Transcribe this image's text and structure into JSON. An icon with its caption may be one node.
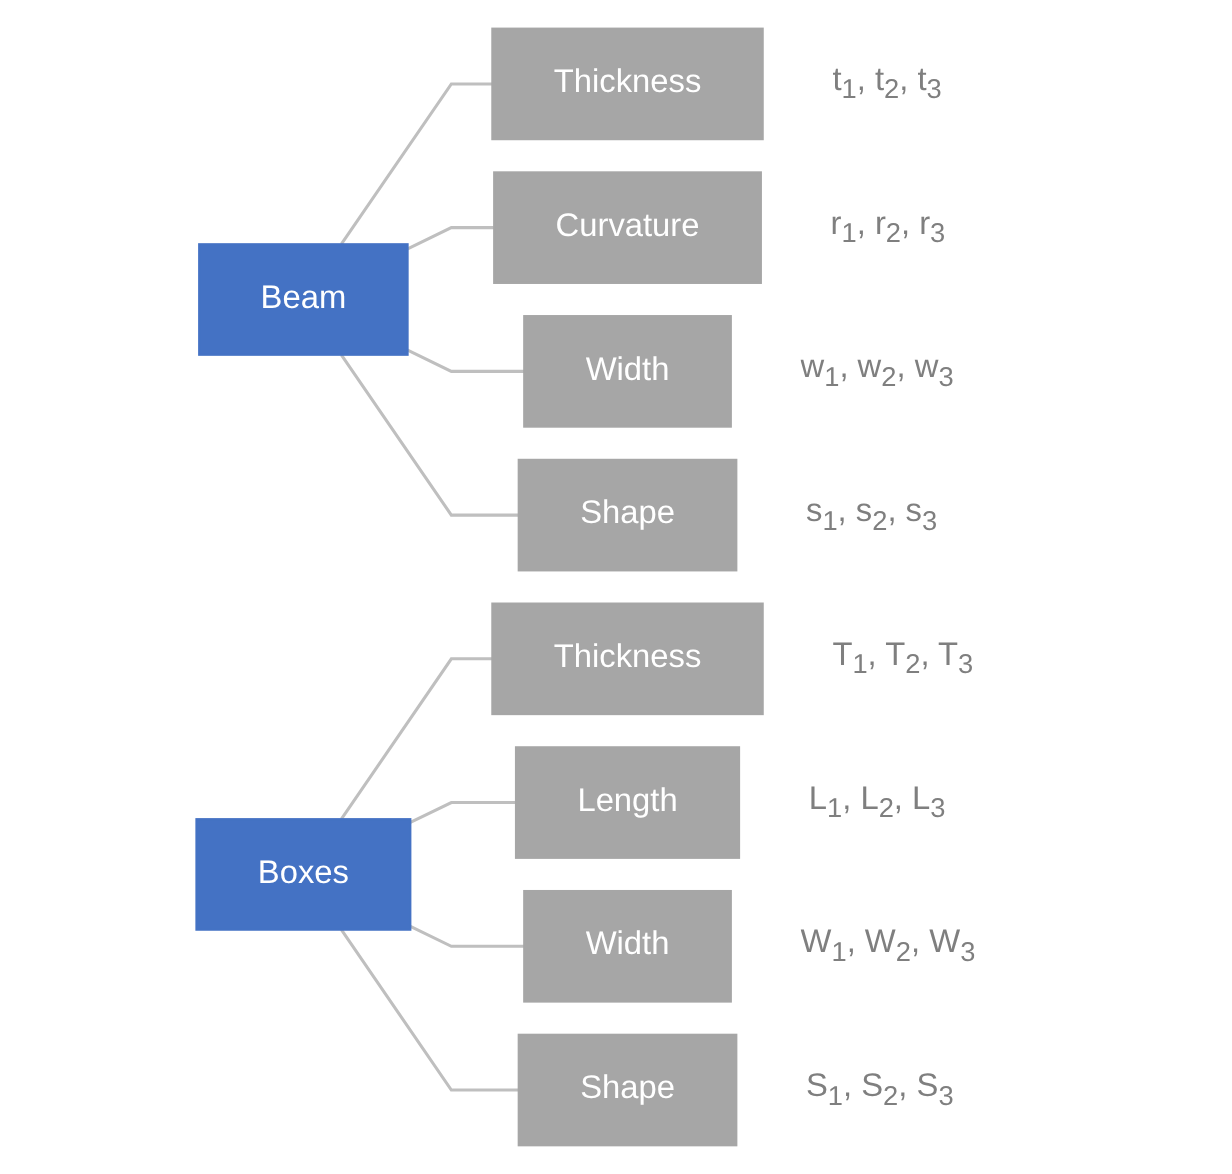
{
  "diagram": {
    "nodes": [
      {
        "text": [
          "Beam"
        ]
      },
      {
        "text": [
          "Thickness"
        ],
        "beside": [
          "t$_{1}$, t$_{2}$, t$_{3}$"
        ]
      },
      {
        "text": [
          "Curvature"
        ],
        "beside": [
          "r$_{1}$, r$_{2}$, r$_{3}$"
        ]
      },
      {
        "text": [
          "Width"
        ],
        "beside": [
          "w$_{1}$, w$_{2}$, w$_{3}$"
        ]
      },
      {
        "text": [
          "Shape"
        ],
        "beside": [
          "s$_{1}$, s$_{2}$, s$_{3}$"
        ]
      },
      {
        "text": [
          "Boxes"
        ]
      },
      {
        "text": [
          "Thickness"
        ],
        "beside": [
          "T$_{1}$, T$_{2}$, T$_{3}$"
        ]
      },
      {
        "text": [
          "Length"
        ],
        "beside": [
          "L$_{1}$, L$_{2}$, L$_{3}$"
        ]
      },
      {
        "text": [
          "Width"
        ],
        "beside": [
          "W$_{1}$, W$_{2}$, W$_{3}$"
        ]
      },
      {
        "text": [
          "Shape"
        ],
        "beside": [
          "S$_{1}$, S$_{2}$, S$_{3}$"
        ]
      }
    ],
    "edges": [
      {
        "from": 0,
        "to": 1,
        "arrow": "none"
      },
      {
        "from": 0,
        "to": 2,
        "arrow": "none"
      },
      {
        "from": 0,
        "to": 3,
        "arrow": "none"
      },
      {
        "from": 0,
        "to": 4,
        "arrow": "none"
      },
      {
        "from": 5,
        "to": 6,
        "arrow": "none"
      },
      {
        "from": 5,
        "to": 7,
        "arrow": "none"
      },
      {
        "from": 5,
        "to": 8,
        "arrow": "none"
      },
      {
        "from": 5,
        "to": 9,
        "arrow": "none"
      }
    ]
  }
}
